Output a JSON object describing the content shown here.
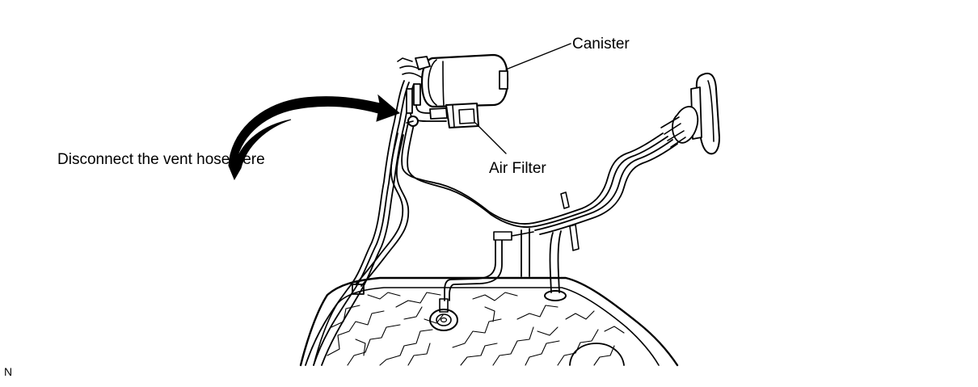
{
  "diagram": {
    "labels": {
      "canister": "Canister",
      "air_filter": "Air Filter",
      "instruction": "Disconnect the vent hose here",
      "corner_code": "N"
    },
    "line_color": "#000000",
    "background": "#ffffff"
  }
}
